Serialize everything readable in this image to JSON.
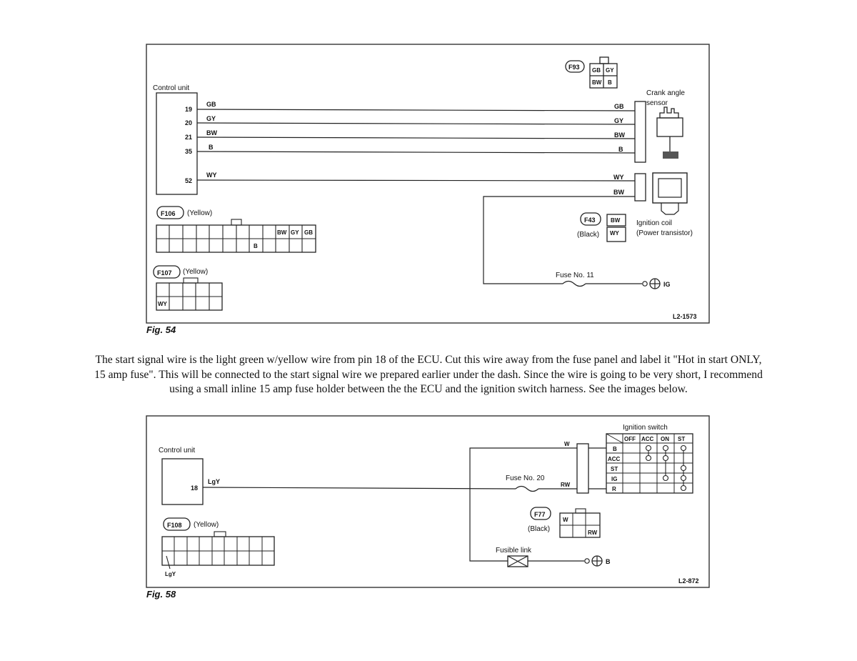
{
  "fig54": {
    "fig_label": "Fig. 54",
    "code": "L2-1573",
    "control_unit": "Control unit",
    "pins": [
      "19",
      "20",
      "21",
      "35",
      "52"
    ],
    "wires_left": [
      "GB",
      "GY",
      "BW",
      "B",
      "WY"
    ],
    "wires_right": [
      "GB",
      "GY",
      "BW",
      "B",
      "WY",
      "BW"
    ],
    "crank_sensor": [
      "Crank angle",
      "sensor"
    ],
    "f93": {
      "id": "F93",
      "cells": [
        "GB",
        "GY",
        "BW",
        "B"
      ]
    },
    "f43": {
      "id": "F43",
      "color": "(Black)",
      "cells": [
        "BW",
        "WY"
      ]
    },
    "ignition_coil": [
      "Ignition coil",
      "(Power transistor)"
    ],
    "fuse": "Fuse No. 11",
    "ig": "IG",
    "f106": {
      "id": "F106",
      "color": "(Yellow)",
      "cells": [
        "BW",
        "GY",
        "GB",
        "B"
      ]
    },
    "f107": {
      "id": "F107",
      "color": "(Yellow)",
      "cells": [
        "WY"
      ]
    }
  },
  "paragraph": "The start signal wire is the light green w/yellow wire from pin 18 of the ECU. Cut this wire away from the fuse panel and label it \"Hot in start ONLY, 15 amp fuse\". This will be connected to the start signal wire we prepared earlier under the dash. Since the wire is going to be very short, I recommend using a small inline 15 amp fuse holder between the the ECU and the ignition switch harness. See the images below.",
  "fig58": {
    "fig_label": "Fig. 58",
    "code": "L2-872",
    "control_unit": "Control unit",
    "pin": "18",
    "wire": "LgY",
    "fuse": "Fuse No. 20",
    "wire_w": "W",
    "wire_rw": "RW",
    "ignition_switch": {
      "title": "Ignition switch",
      "columns": [
        "OFF",
        "ACC",
        "ON",
        "ST"
      ],
      "rows": [
        "B",
        "ACC",
        "ST",
        "IG",
        "R"
      ]
    },
    "f77": {
      "id": "F77",
      "color": "(Black)",
      "cells": [
        "W",
        "RW"
      ]
    },
    "fusible_link": "Fusible link",
    "battery": "B",
    "f108": {
      "id": "F108",
      "color": "(Yellow)",
      "wire": "LgY"
    }
  }
}
